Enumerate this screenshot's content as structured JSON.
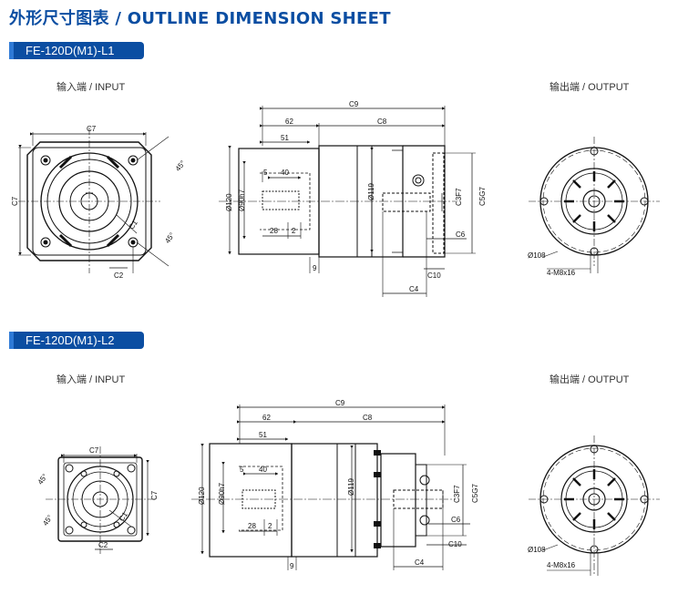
{
  "header": {
    "title": "外形尺寸图表 / OUTLINE DIMENSION SHEET"
  },
  "sections": [
    {
      "model": "FE-120D(M1)-L1",
      "input_label": "输入端 / INPUT",
      "output_label": "输出端 / OUTPUT"
    },
    {
      "model": "FE-120D(M1)-L2",
      "input_label": "输入端 / INPUT",
      "output_label": "输出端 / OUTPUT"
    }
  ],
  "dims": {
    "c7": "C7",
    "c2": "C2",
    "c1": "C1",
    "angle": "45°",
    "c9": "C9",
    "c8": "C8",
    "d62": "62",
    "d51": "51",
    "d40": "40",
    "d5": "5",
    "d28": "28",
    "d2": "2",
    "d9": "9",
    "phi120": "Ø120",
    "phi90": "Ø90h7",
    "phi119": "Ø119",
    "c3": "C3F7",
    "c5": "C5G7",
    "c6": "C6",
    "c10": "C10",
    "c4": "C4",
    "phi108": "Ø108",
    "bolt": "4-M8x16"
  }
}
